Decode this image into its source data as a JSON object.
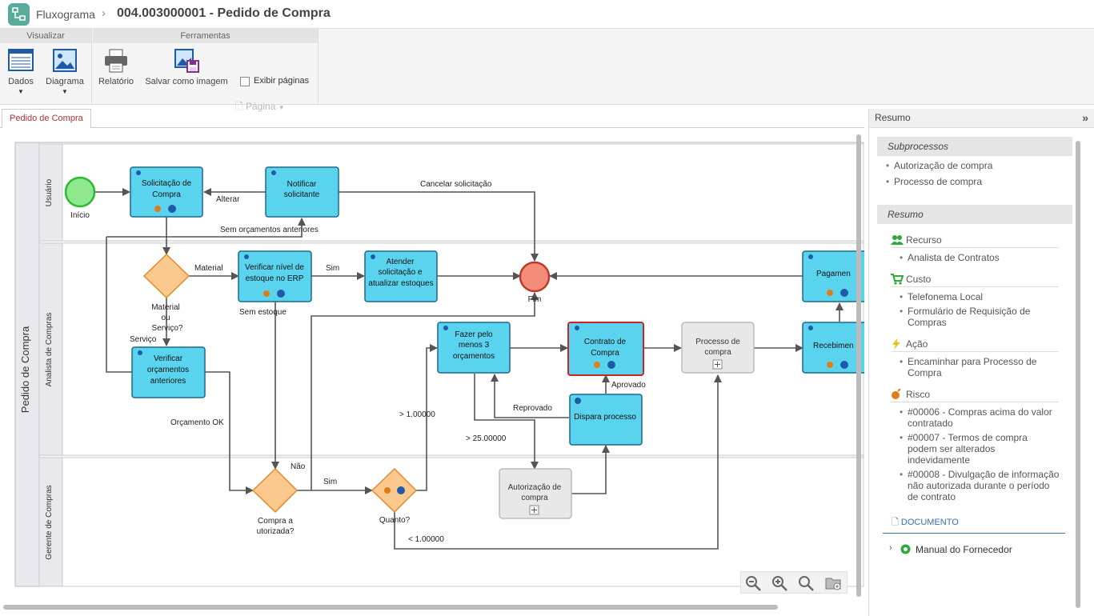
{
  "header": {
    "app": "Fluxograma",
    "separator": "›",
    "title": "004.003000001 - Pedido de Compra"
  },
  "ribbon": {
    "groups": [
      "Visualizar",
      "Ferramentas"
    ],
    "buttons": {
      "dados": "Dados",
      "diagrama": "Diagrama",
      "relatorio": "Relatório",
      "salvar": "Salvar como imagem"
    },
    "exibir_paginas": "Exibir páginas",
    "pagina": "Página"
  },
  "tab": "Pedido de Compra",
  "diagram": {
    "pool": "Pedido de Compra",
    "lanes": [
      "Usuário",
      "Analista de Compras",
      "Gerente de Compras"
    ],
    "tasks": {
      "solicitacao": "Solicitação de Compra",
      "notificar": "Notificar solicitante",
      "verificar_estoque": "Verificar nível de estoque no ERP",
      "atender": "Atender solicitação e atualizar estoques",
      "verificar_orc": "Verificar orçamentos anteriores",
      "fazer": "Fazer pelo menos 3 orçamentos",
      "contrato": "Contrato de Compra",
      "dispara": "Dispara processo",
      "pagamento": "Pagamento",
      "recebimento": "Recebimento",
      "autorizacao": "Autorização de compra",
      "processo": "Processo de compra"
    },
    "events": {
      "inicio": "Início",
      "fim": "Fim"
    },
    "gateways": {
      "material": "Material ou Serviço?",
      "compra": "Compra a utorizada?",
      "quanto": "Quanto?"
    },
    "labels": {
      "alterar": "Alterar",
      "cancelar": "Cancelar solicitação",
      "sem_orc": "Sem orçamentos anteriores",
      "material": "Material",
      "sim1": "Sim",
      "sem_estoque": "Sem estoque",
      "servico": "Serviço",
      "orcamento_ok": "Orçamento OK",
      "nao": "Não",
      "sim2": "Sim",
      "gt1": "> 1.00000",
      "gt25": "> 25.00000",
      "lt1": "< 1.00000",
      "reprovado": "Reprovado",
      "aprovado": "Aprovado"
    }
  },
  "sidebar": {
    "title": "Resumo",
    "collapse": "»",
    "subprocessos_title": "Subprocessos",
    "subprocessos": [
      "Autorização de compra",
      "Processo de compra"
    ],
    "resumo_title": "Resumo",
    "recurso": {
      "label": "Recurso",
      "items": [
        "Analista de Contratos"
      ]
    },
    "custo": {
      "label": "Custo",
      "items": [
        "Telefonema Local",
        "Formulário de Requisição de Compras"
      ]
    },
    "acao": {
      "label": "Ação",
      "items": [
        "Encaminhar para Processo de Compra"
      ]
    },
    "risco": {
      "label": "Risco",
      "items": [
        "#00006 - Compras acima do valor contratado",
        "#00007 - Termos de compra podem ser alterados indevidamente",
        "#00008 - Divulgação de informação não autorizada durante o período de contrato"
      ]
    },
    "documento": "DOCUMENTO",
    "manual": "Manual do Fornecedor"
  },
  "colors": {
    "task": "#5ad4ee",
    "task_border": "#1c6a8a",
    "gateway": "#fbc98d",
    "start": "#8ee88e",
    "end": "#f48c7a",
    "subprocess": "#e8e8e8",
    "selected": "#cc2222"
  }
}
